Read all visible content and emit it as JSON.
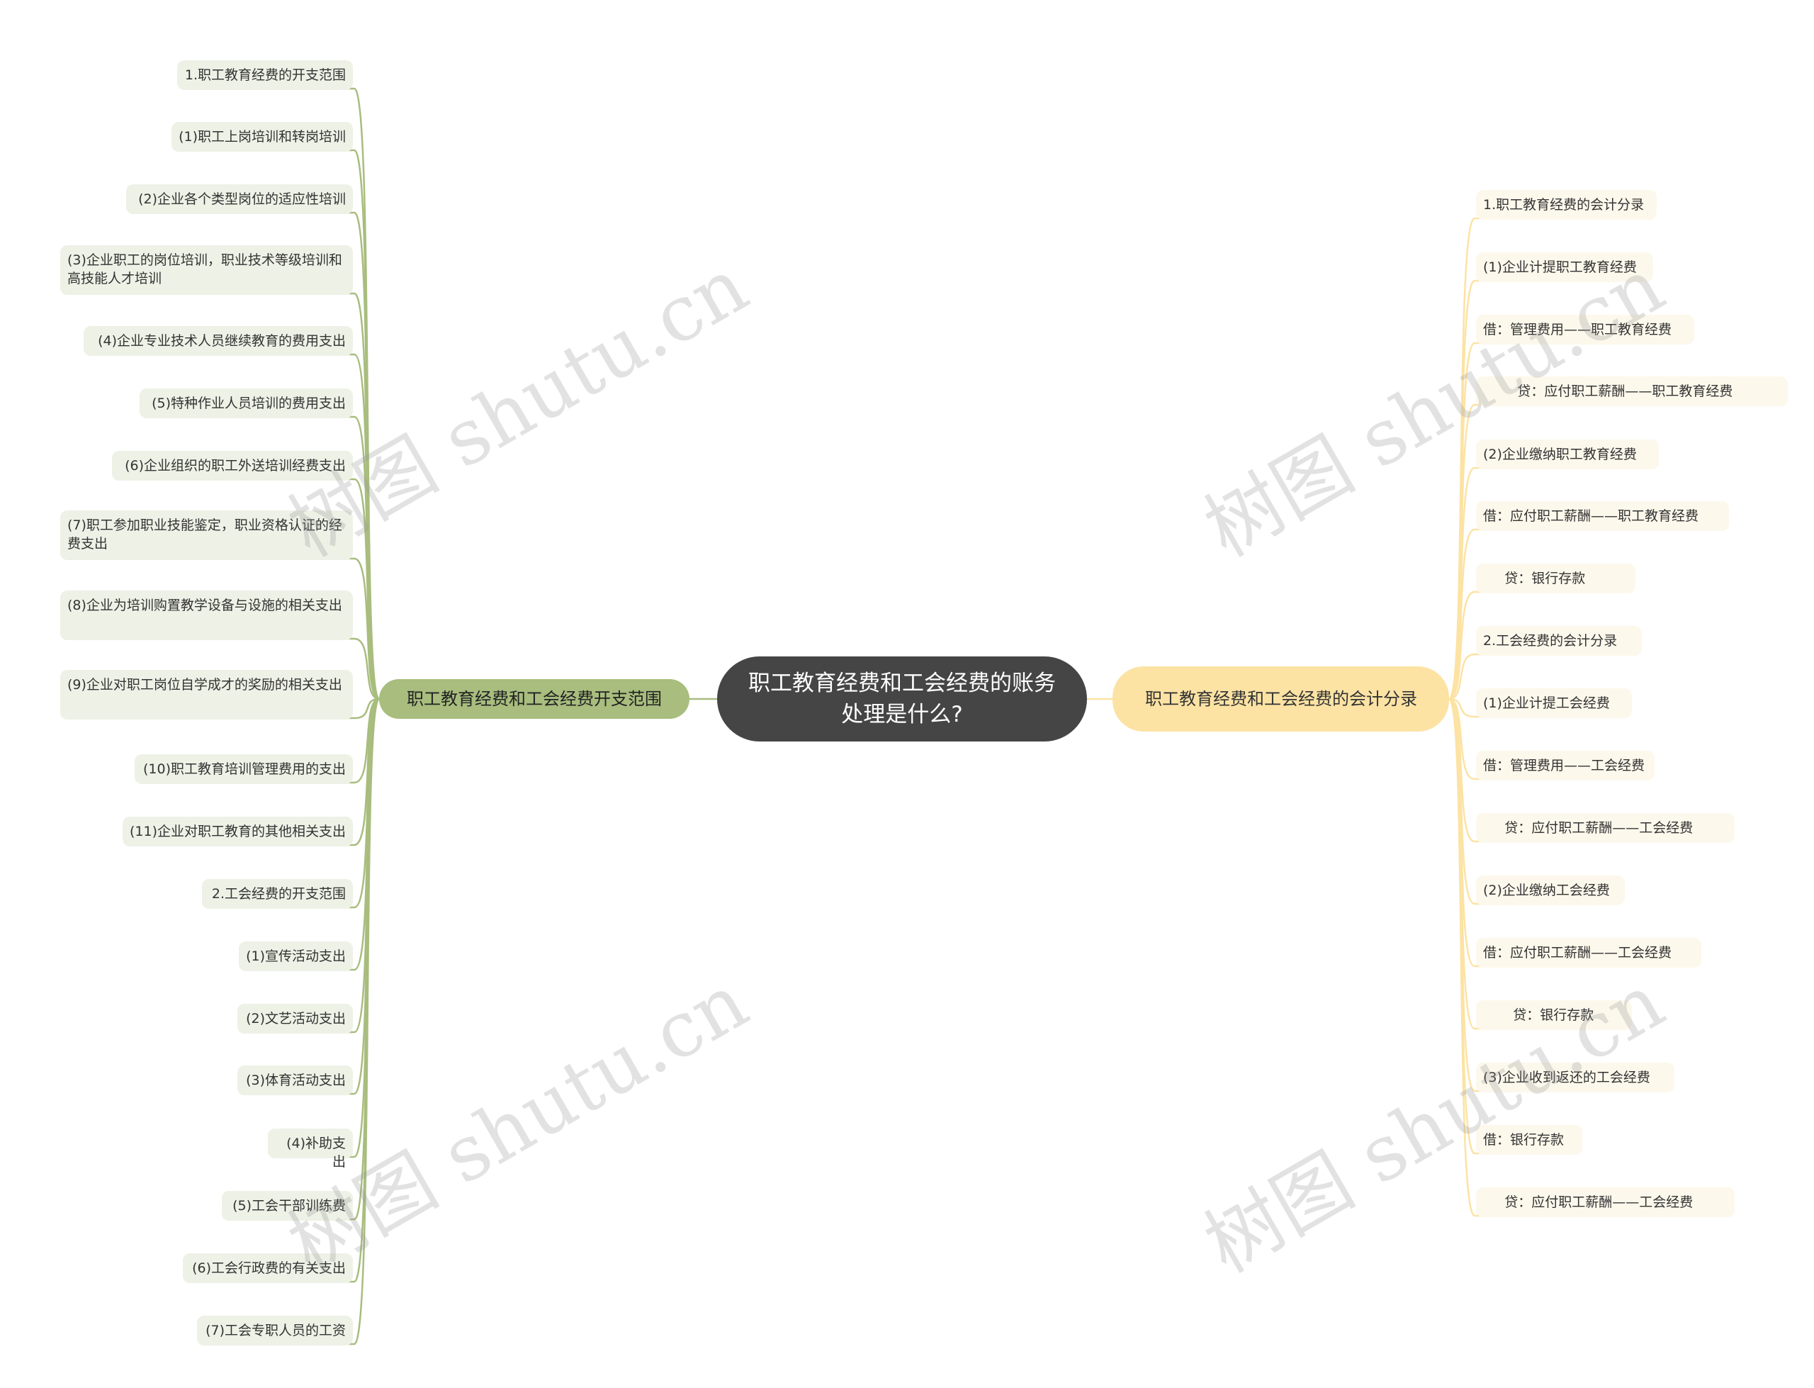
{
  "root": {
    "title": "职工教育经费和工会经费的账务处理是什么?"
  },
  "left_branch": {
    "label": "职工教育经费和工会经费开支范围",
    "items": [
      "1.职工教育经费的开支范围",
      "(1)职工上岗培训和转岗培训",
      "(2)企业各个类型岗位的适应性培训",
      "(3)企业职工的岗位培训，职业技术等级培训和高技能人才培训",
      "(4)企业专业技术人员继续教育的费用支出",
      "(5)特种作业人员培训的费用支出",
      "(6)企业组织的职工外送培训经费支出",
      "(7)职工参加职业技能鉴定，职业资格认证的经费支出",
      "(8)企业为培训购置教学设备与设施的相关支出",
      "(9)企业对职工岗位自学成才的奖励的相关支出",
      "(10)职工教育培训管理费用的支出",
      "(11)企业对职工教育的其他相关支出",
      "2.工会经费的开支范围",
      "(1)宣传活动支出",
      "(2)文艺活动支出",
      "(3)体育活动支出",
      "(4)补助支出",
      "(5)工会干部训练费",
      "(6)工会行政费的有关支出",
      "(7)工会专职人员的工资"
    ]
  },
  "right_branch": {
    "label": "职工教育经费和工会经费的会计分录",
    "items": [
      "1.职工教育经费的会计分录",
      "(1)企业计提职工教育经费",
      "借：管理费用——职工教育经费",
      "        贷：应付职工薪酬——职工教育经费",
      "(2)企业缴纳职工教育经费",
      "借：应付职工薪酬——职工教育经费",
      "     贷：银行存款",
      "2.工会经费的会计分录",
      "(1)企业计提工会经费",
      "借：管理费用——工会经费",
      "     贷：应付职工薪酬——工会经费",
      "(2)企业缴纳工会经费",
      "借：应付职工薪酬——工会经费",
      "       贷：银行存款",
      "(3)企业收到返还的工会经费",
      "借：银行存款",
      "     贷：应付职工薪酬——工会经费"
    ]
  },
  "watermark": "树图 shutu.cn",
  "colors": {
    "left_line": "#a8bd7e",
    "right_line": "#fce3a4",
    "center_bg": "#454545"
  }
}
